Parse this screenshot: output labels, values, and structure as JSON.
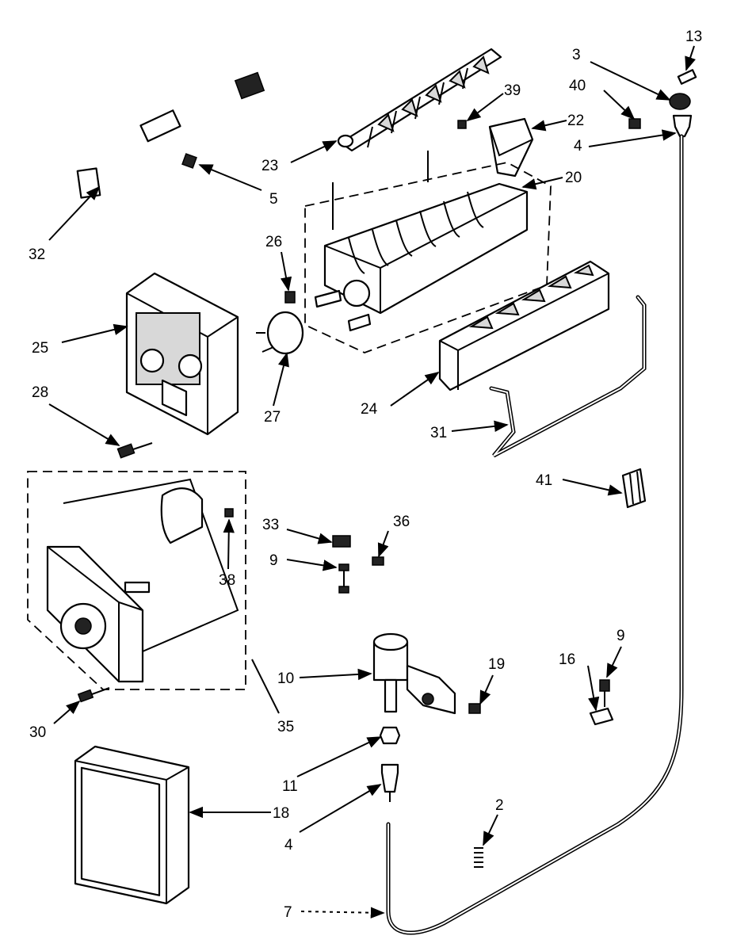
{
  "labels": {
    "l2": "2",
    "l3": "3",
    "l4a": "4",
    "l4b": "4",
    "l5": "5",
    "l7": "7",
    "l9a": "9",
    "l9b": "9",
    "l10": "10",
    "l11": "11",
    "l13": "13",
    "l16": "16",
    "l18": "18",
    "l19": "19",
    "l20": "20",
    "l22": "22",
    "l23": "23",
    "l24": "24",
    "l25": "25",
    "l26": "26",
    "l27": "27",
    "l28": "28",
    "l30": "30",
    "l31": "31",
    "l32": "32",
    "l33": "33",
    "l35": "35",
    "l36": "36",
    "l38": "38",
    "l39": "39",
    "l40": "40",
    "l41": "41"
  }
}
